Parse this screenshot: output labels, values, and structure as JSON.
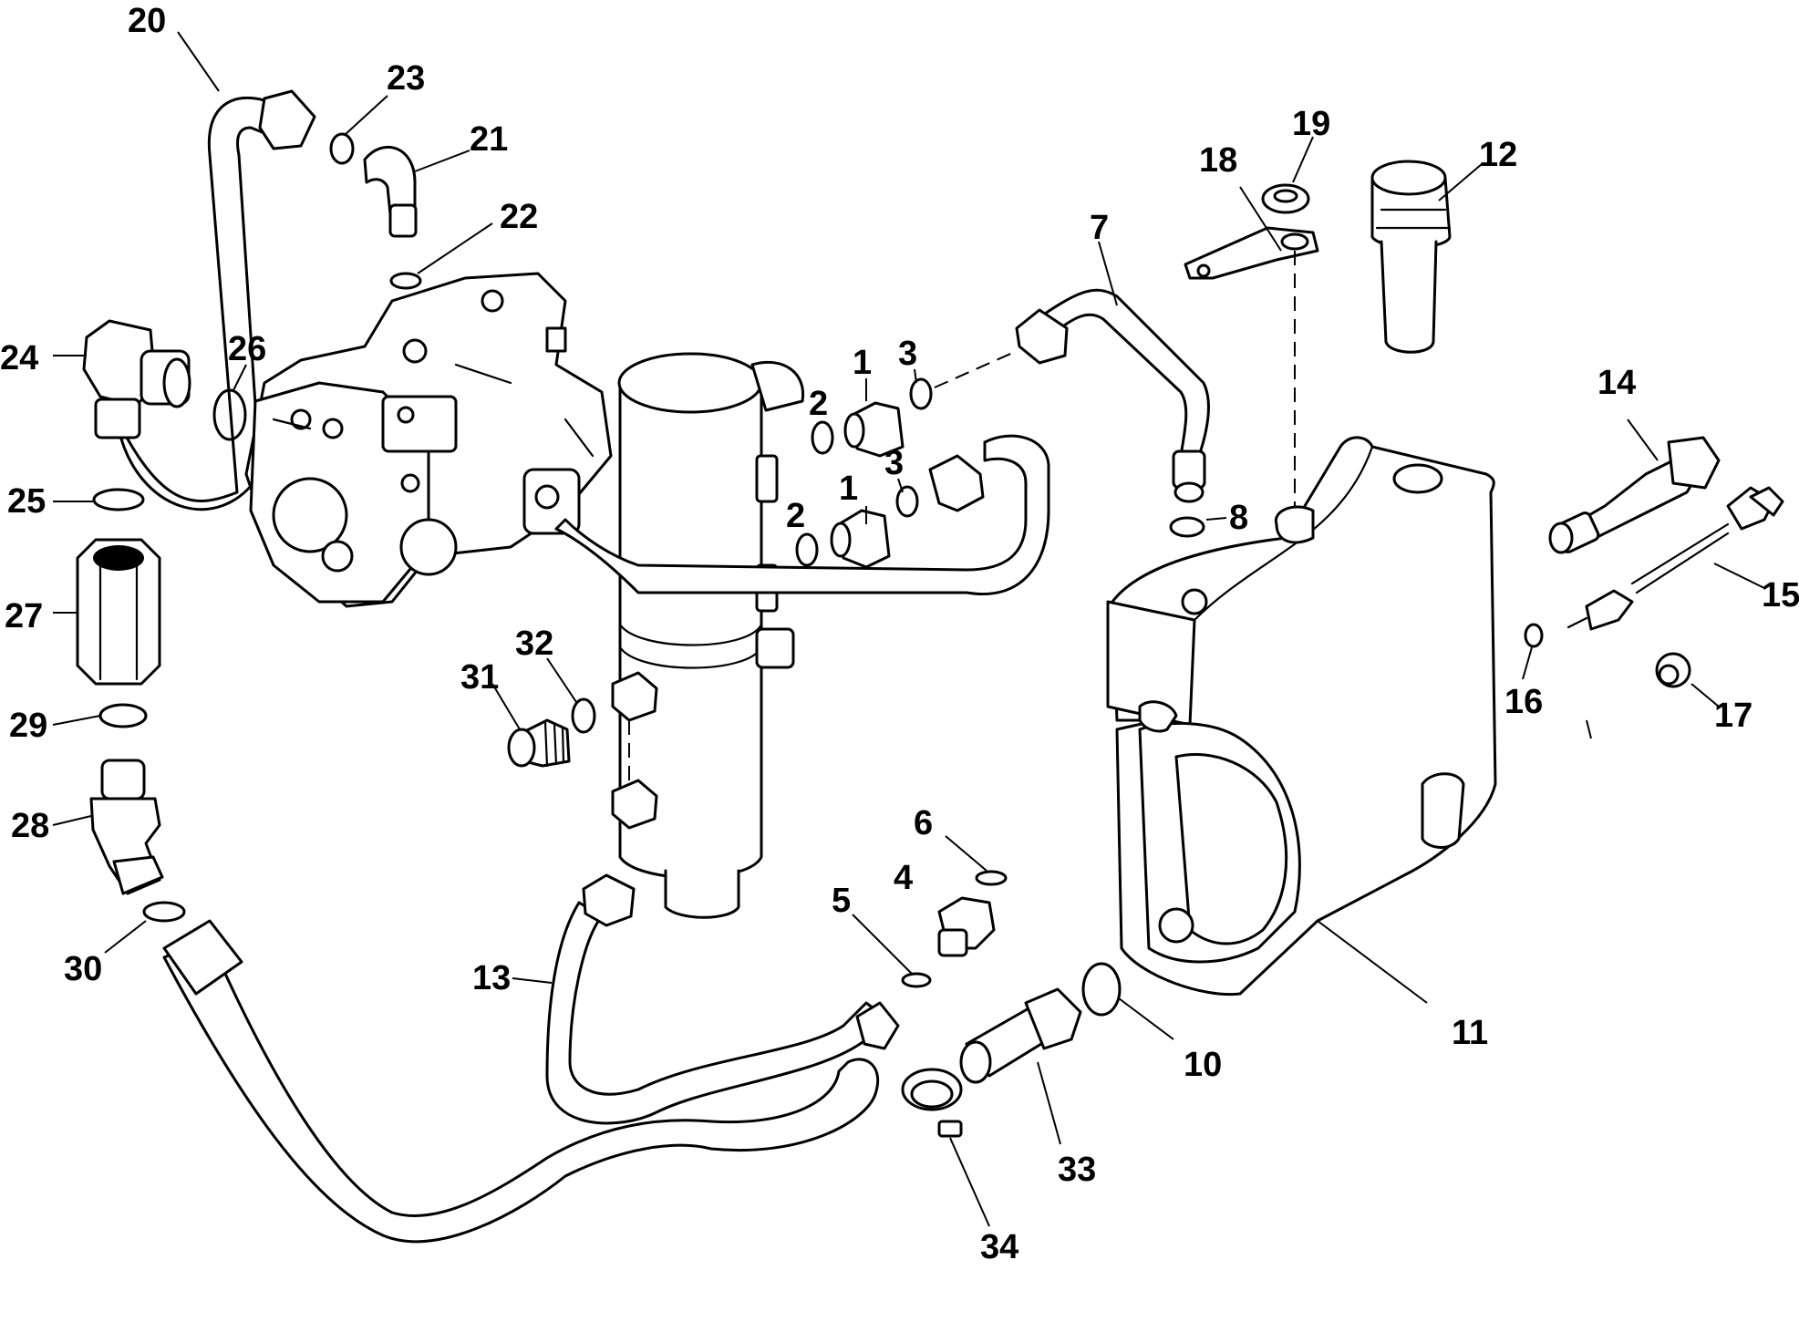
{
  "diagram": {
    "callouts": [
      "1",
      "1",
      "2",
      "2",
      "3",
      "3",
      "4",
      "5",
      "6",
      "7",
      "8",
      "10",
      "11",
      "12",
      "13",
      "14",
      "15",
      "16",
      "17",
      "18",
      "19",
      "20",
      "21",
      "22",
      "23",
      "24",
      "25",
      "26",
      "27",
      "28",
      "29",
      "30",
      "31",
      "32",
      "33",
      "34"
    ]
  },
  "colors": {
    "line": "#000000",
    "background": "#ffffff"
  }
}
